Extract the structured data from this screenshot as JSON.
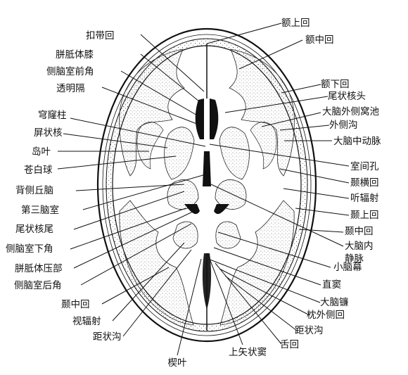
{
  "labels": {
    "top_left": [
      "扣带回",
      "胼胝体膝",
      "侧脑室前角",
      "透明隔"
    ],
    "left": [
      "穹窿柱",
      "屏状核",
      "岛叶",
      "苍白球",
      "背侧丘脑",
      "第三脑室",
      "尾状核尾",
      "侧脑室下角",
      "胼胝体压部",
      "侧脑室后角"
    ],
    "bottom_left": [
      "颞中回",
      "视辐射",
      "距状沟"
    ],
    "bottom_center": [
      "楔叶",
      "上矢状窦"
    ],
    "top_right": [
      "额上回",
      "额中回"
    ],
    "right": [
      "额下回",
      "尾状核头",
      "大脑外侧窝池",
      "外侧沟",
      "大脑中动脉",
      "室间孔",
      "颞横回",
      "听辐射",
      "颞上回",
      "颞中回",
      "大脑内",
      "静脉",
      "小脑幕",
      "直窦"
    ],
    "bottom_right": [
      "大脑镰",
      "枕外侧回",
      "距状沟",
      "舌回"
    ]
  }
}
